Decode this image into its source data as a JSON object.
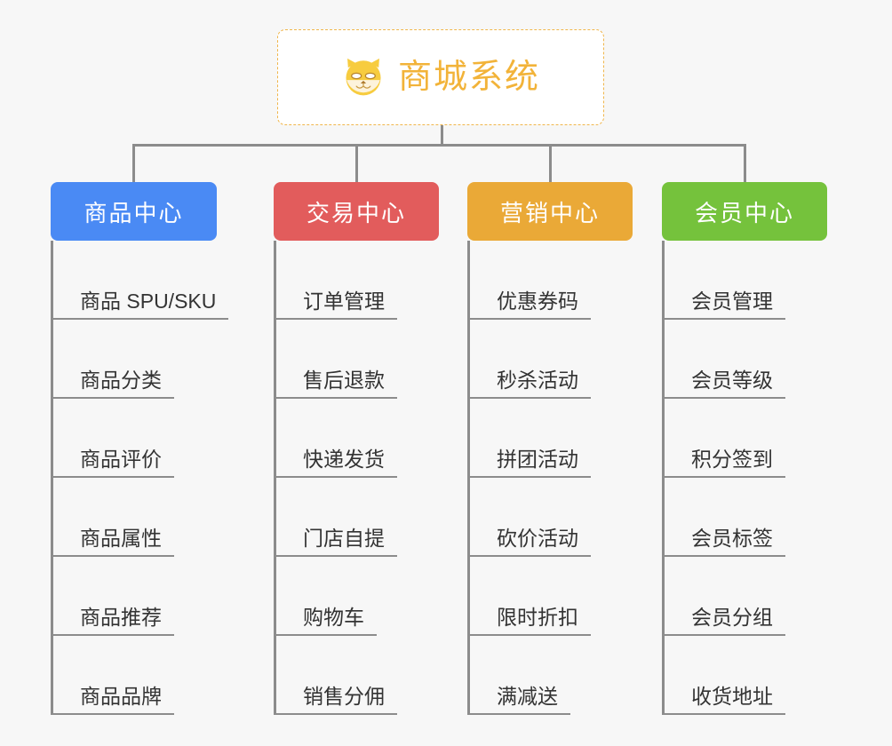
{
  "diagram": {
    "type": "organization-tree",
    "background_color": "#f7f7f7",
    "connector_color": "#8c8c8c",
    "root": {
      "title": "商城系统",
      "icon": "shiba-dog-icon",
      "text_color": "#f2b339",
      "border_color": "#f0b64c",
      "border_style": "dashed",
      "background_color": "#ffffff"
    },
    "columns": [
      {
        "label": "商品中心",
        "color": "#4a8af4",
        "items": [
          "商品 SPU/SKU",
          "商品分类",
          "商品评价",
          "商品属性",
          "商品推荐",
          "商品品牌"
        ]
      },
      {
        "label": "交易中心",
        "color": "#e25c5c",
        "items": [
          "订单管理",
          "售后退款",
          "快递发货",
          "门店自提",
          "购物车",
          "销售分佣"
        ]
      },
      {
        "label": "营销中心",
        "color": "#eaa937",
        "items": [
          "优惠券码",
          "秒杀活动",
          "拼团活动",
          "砍价活动",
          "限时折扣",
          "满减送"
        ]
      },
      {
        "label": "会员中心",
        "color": "#75c23c",
        "items": [
          "会员管理",
          "会员等级",
          "积分签到",
          "会员标签",
          "会员分组",
          "收货地址"
        ]
      }
    ]
  }
}
